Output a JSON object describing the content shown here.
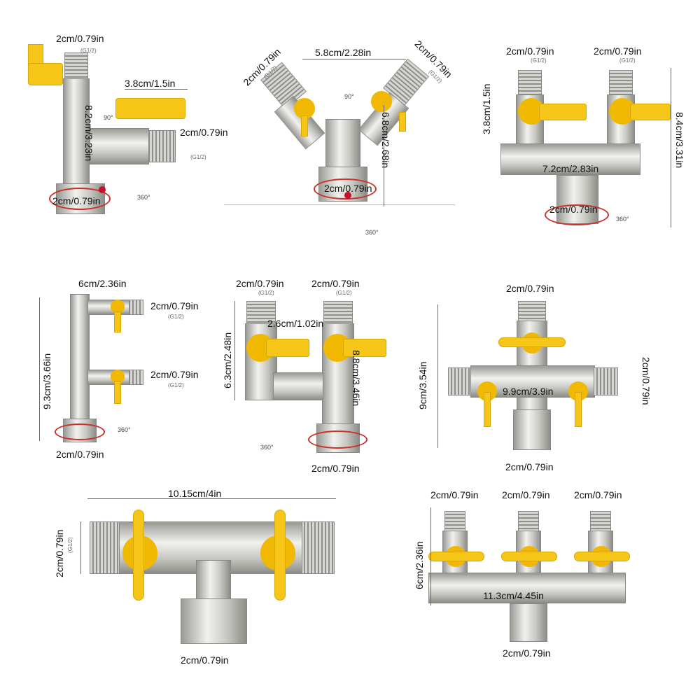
{
  "colors": {
    "handle": "#f5c518",
    "metal": "#d6d6d2",
    "rotation_arrow": "#c8322a"
  },
  "panels": [
    {
      "name": "angle-single-valve",
      "labels": [
        "2cm/0.79in",
        "(G1/2)",
        "3.8cm/1.5in",
        "8.2cm/3.23in",
        "90°",
        "2cm/0.79in",
        "(G1/2)",
        "2cm/0.79in",
        "360°"
      ]
    },
    {
      "name": "y-splitter",
      "labels": [
        "2cm/0.79in",
        "(G1/2)",
        "5.8cm/2.28in",
        "2cm/0.79in",
        "(G1/2)",
        "90°",
        "6.8cm/2.68in",
        "2cm/0.79in",
        "360°"
      ]
    },
    {
      "name": "two-way-manifold",
      "labels": [
        "2cm/0.79in",
        "(G1/2)",
        "2cm/0.79in",
        "(G1/2)",
        "3.8cm/1.5in",
        "8.4cm/3.31in",
        "7.2cm/2.83in",
        "2cm/0.79in",
        "360°"
      ]
    },
    {
      "name": "vertical-two-valve",
      "labels": [
        "6cm/2.36in",
        "2cm/0.79in",
        "(G1/2)",
        "2cm/0.79in",
        "(G1/2)",
        "9.3cm/3.66in",
        "360°",
        "2cm/0.79in"
      ]
    },
    {
      "name": "u-two-valve",
      "labels": [
        "2cm/0.79in",
        "(G1/2)",
        "2cm/0.79in",
        "(G1/2)",
        "2.6cm/1.02in",
        "6.3cm/2.48in",
        "8.8cm/3.46in",
        "360°",
        "2cm/0.79in"
      ]
    },
    {
      "name": "cross-three-valve",
      "labels": [
        "2cm/0.79in",
        "9cm/3.54in",
        "9.9cm/3.9in",
        "2cm/0.79in",
        "2cm/0.79in"
      ]
    },
    {
      "name": "tee-two-valve",
      "labels": [
        "10.15cm/4in",
        "2cm/0.79in",
        "(G1/2)",
        "2cm/0.79in"
      ]
    },
    {
      "name": "three-way-manifold",
      "labels": [
        "2cm/0.79in",
        "2cm/0.79in",
        "2cm/0.79in",
        "6cm/2.36in",
        "11.3cm/4.45in",
        "2cm/0.79in"
      ]
    }
  ]
}
